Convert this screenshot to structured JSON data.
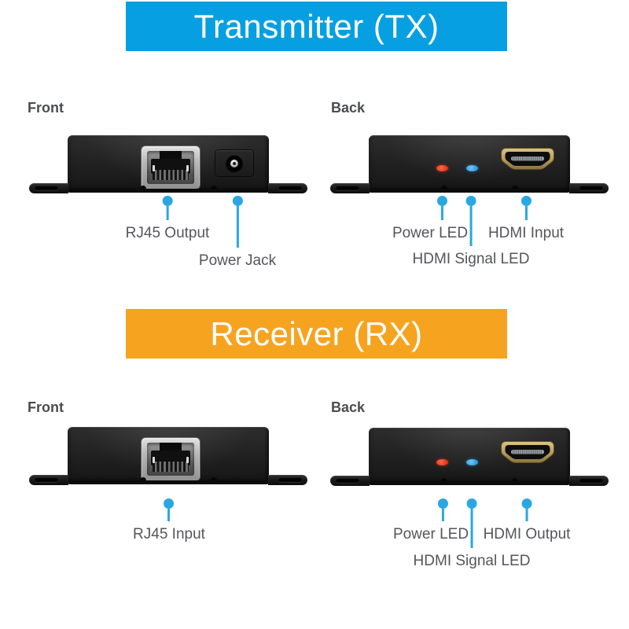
{
  "colors": {
    "tx_banner": "#069fe2",
    "rx_banner": "#f6a41f",
    "banner_text": "#ffffff",
    "callout": "#2aa7e2",
    "label_text": "#55565b",
    "section_label": "#4b4c4e",
    "led_red": "#e63415",
    "led_blue": "#2b9de2",
    "hdmi_gold": "#c0a55e"
  },
  "tx": {
    "banner_label": "Transmitter (TX)",
    "front": {
      "section_label": "Front",
      "callouts": [
        {
          "label": "RJ45 Output"
        },
        {
          "label": "Power Jack"
        }
      ]
    },
    "back": {
      "section_label": "Back",
      "callouts": [
        {
          "label": "Power LED"
        },
        {
          "label": "HDMI Signal LED"
        },
        {
          "label": "HDMI Input"
        }
      ]
    }
  },
  "rx": {
    "banner_label": "Receiver (RX)",
    "front": {
      "section_label": "Front",
      "callouts": [
        {
          "label": "RJ45 Input"
        }
      ]
    },
    "back": {
      "section_label": "Back",
      "callouts": [
        {
          "label": "Power LED"
        },
        {
          "label": "HDMI Signal LED"
        },
        {
          "label": "HDMI Output"
        }
      ]
    }
  }
}
